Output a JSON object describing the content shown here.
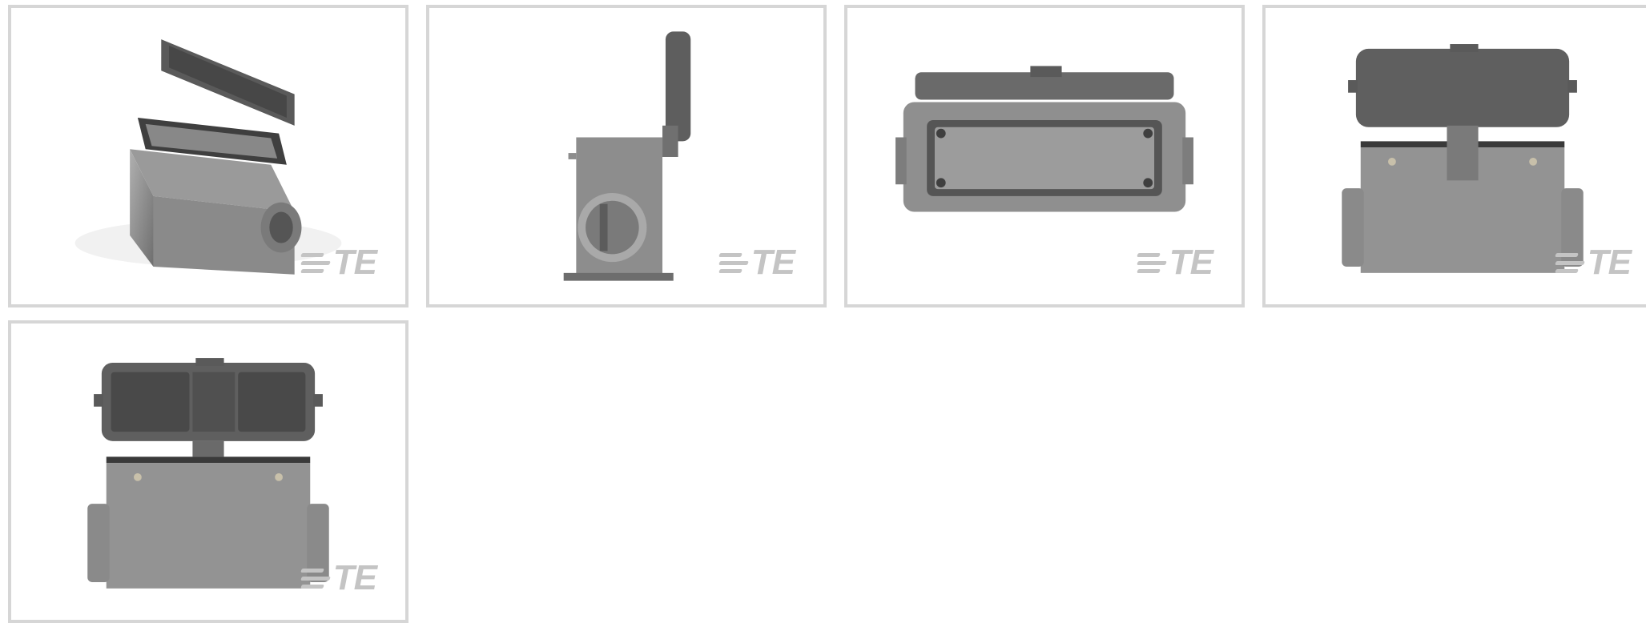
{
  "gallery": {
    "brand_text": "TE",
    "tiles": [
      {
        "view": "isometric",
        "selected": false
      },
      {
        "view": "side",
        "selected": false
      },
      {
        "view": "top",
        "selected": false
      },
      {
        "view": "rear",
        "selected": false
      },
      {
        "view": "front",
        "selected": false
      }
    ]
  },
  "colors": {
    "tile_border": "#d6d6d6",
    "housing_gray": "#8f8f8f",
    "cover_dark": "#5e5e5e",
    "logo_gray": "#c4c4c4"
  }
}
